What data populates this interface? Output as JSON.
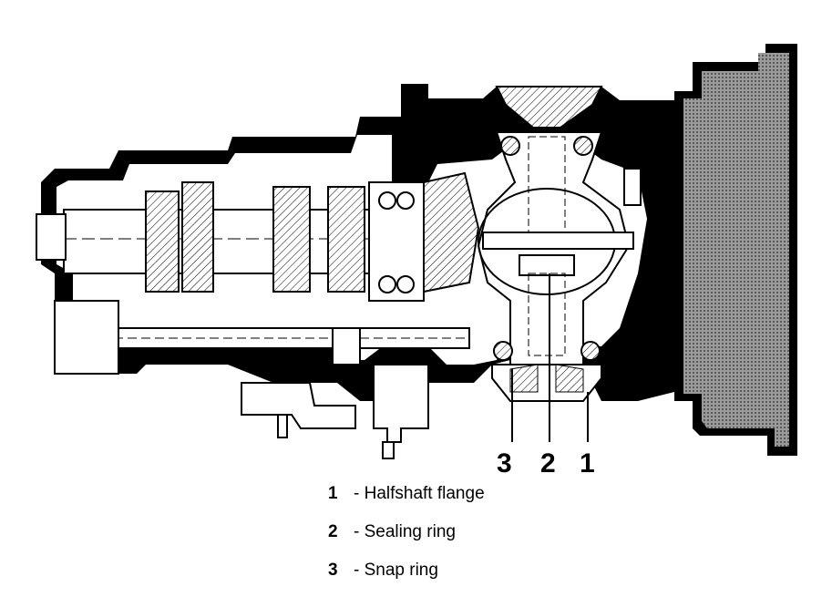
{
  "diagram": {
    "callouts": [
      {
        "number": "3"
      },
      {
        "number": "2"
      },
      {
        "number": "1"
      }
    ],
    "legend": [
      {
        "number": "1",
        "text": "- Halfshaft flange"
      },
      {
        "number": "2",
        "text": "- Sealing ring"
      },
      {
        "number": "3",
        "text": "- Snap ring"
      }
    ]
  }
}
